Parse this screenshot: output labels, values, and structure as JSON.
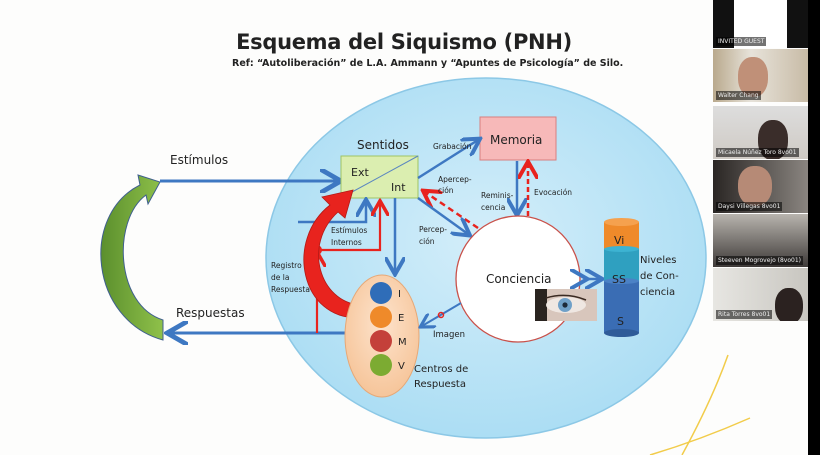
{
  "slide": {
    "title": "Esquema del Siquismo (PNH)",
    "subtitle": "Ref: “Autoliberación” de L.A. Ammann y “Apuntes de Psicología” de Silo.",
    "outer_labels": {
      "stimuli": "Estímulos",
      "responses": "Respuestas"
    },
    "senses": {
      "title": "Sentidos",
      "external": "Ext",
      "internal": "Int"
    },
    "memory": "Memoria",
    "consciousness": "Conciencia",
    "flow_labels": {
      "recording": "Grabación",
      "apperception_1": "Apercep-",
      "apperception_2": "ción",
      "reminiscence_1": "Reminis-",
      "reminiscence_2": "cencia",
      "evocation": "Evocación",
      "perception_1": "Percep-",
      "perception_2": "ción",
      "internal_stimuli_1": "Estímulos",
      "internal_stimuli_2": "Internos",
      "response_register_1": "Registro",
      "response_register_2": "de la",
      "response_register_3": "Respuesta",
      "image": "Imagen"
    },
    "response_centers": {
      "title_1": "Centros de",
      "title_2": "Respuesta",
      "centers": [
        {
          "letter": "I",
          "color": "#2f6db8"
        },
        {
          "letter": "E",
          "color": "#ef8a2a"
        },
        {
          "letter": "M",
          "color": "#c4403a"
        },
        {
          "letter": "V",
          "color": "#7cab32"
        }
      ]
    },
    "levels": {
      "title_1": "Niveles",
      "title_2": "de Con-",
      "title_3": "ciencia",
      "items": [
        {
          "label": "Vi",
          "color": "#ef8a2a"
        },
        {
          "label": "SS",
          "color": "#2fa0c0"
        },
        {
          "label": "S",
          "color": "#3a6db4"
        }
      ]
    },
    "colors": {
      "ellipse": "#b9e3f5",
      "arrow_blue": "#3e78c2",
      "arrow_red": "#e8231e",
      "memory_fill": "#f6b6b6",
      "senses_fill": "#dbeeb0"
    }
  },
  "participants": [
    {
      "name": "INVITED GUEST"
    },
    {
      "name": "Walter Chang"
    },
    {
      "name": "Micaela Núñez Toro 8vo01"
    },
    {
      "name": "Daysi Villegas 8vo01"
    },
    {
      "name": "Steeven Mogrovejo (8vo01)"
    },
    {
      "name": "Rita Torres 8vo01"
    }
  ]
}
